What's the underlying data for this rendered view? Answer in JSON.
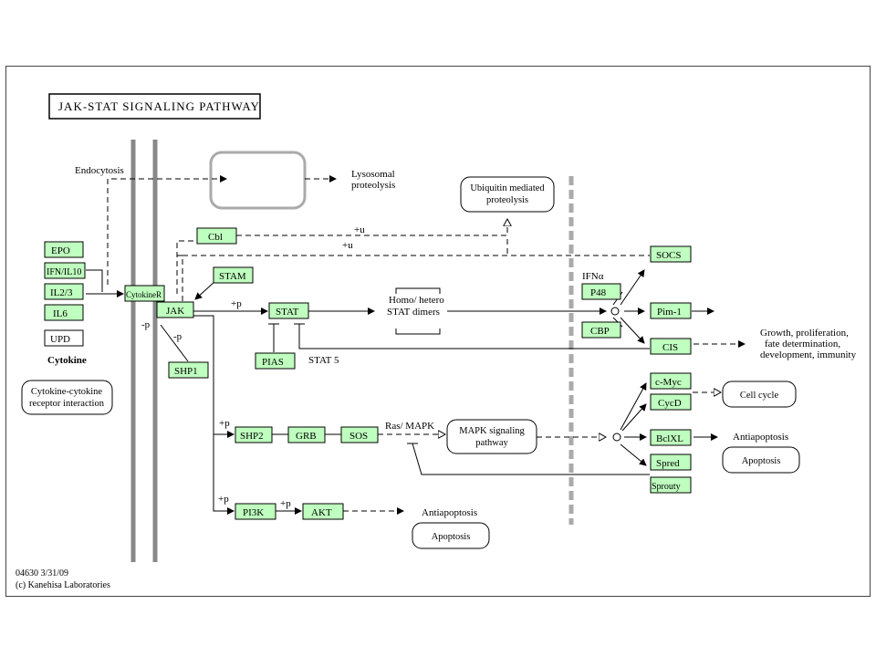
{
  "title": "JAK-STAT SIGNALING PATHWAY",
  "footer": {
    "code": "04630 3/31/09",
    "copyright": "(c) Kanehisa Laboratories"
  },
  "genes": {
    "epo": "EPO",
    "ifn": "IFN/IL10",
    "il23": "IL2/3",
    "il6": "IL6",
    "cytokiner": "CytokineR",
    "cbl": "Cbl",
    "stam": "STAM",
    "jak": "JAK",
    "stat": "STAT",
    "pias": "PIAS",
    "shp1": "SHP1",
    "shp2": "SHP2",
    "grb": "GRB",
    "sos": "SOS",
    "pi3k": "PI3K",
    "akt": "AKT",
    "socs": "SOCS",
    "p48": "P48",
    "cbp": "CBP",
    "pim1": "Pim-1",
    "cis": "CIS",
    "cmyc": "c-Myc",
    "cycd": "CycD",
    "bclxl": "BclXL",
    "spred": "Spred",
    "sprouty": "Sprouty"
  },
  "other_nodes": {
    "upd": "UPD"
  },
  "maps": {
    "ubiquitin": [
      "Ubiquitin mediated",
      "proteolysis"
    ],
    "cytokine_receptor": [
      "Cytokine-cytokine",
      "receptor interaction"
    ],
    "mapk": [
      "MAPK signaling",
      "pathway"
    ],
    "cell_cycle": "Cell cycle",
    "apoptosis_right": "Apoptosis",
    "apoptosis_bottom": "Apoptosis"
  },
  "labels": {
    "cytokine": "Cytokine",
    "endocytosis": "Endocytosis",
    "lysosomal": [
      "Lysosomal",
      "proteolysis"
    ],
    "plus_u1": "+u",
    "plus_u2": "+u",
    "plus_p_stat": "+p",
    "minus_p1": "-p",
    "minus_p2": "-p",
    "dimers": [
      "Homo/ hetero",
      "STAT dimers"
    ],
    "stat5": "STAT 5",
    "ifna": "IFNα",
    "growth": [
      "Growth, proliferation,",
      "fate determination,",
      "development, immunity"
    ],
    "plus_p_shp2": "+p",
    "ras_mapk": "Ras/ MAPK",
    "antiapoptosis_right": "Antiapoptosis",
    "plus_p_pi3k": "+p",
    "plus_p_akt": "+p",
    "antiapoptosis_bottom": "Antiapoptosis"
  }
}
